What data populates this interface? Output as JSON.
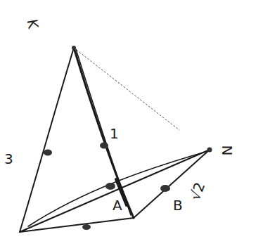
{
  "diagram": {
    "labels": [
      "K",
      "3",
      "1",
      "A",
      "B",
      "√2",
      "N"
    ]
  }
}
